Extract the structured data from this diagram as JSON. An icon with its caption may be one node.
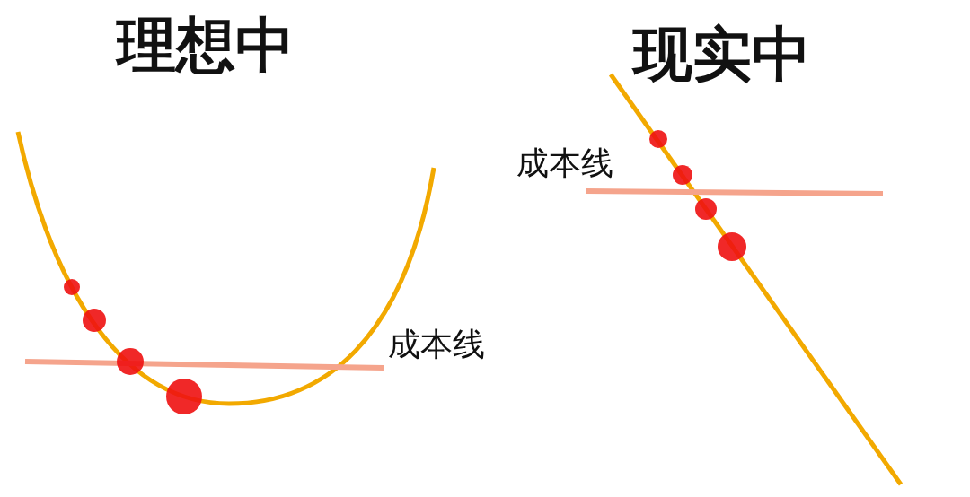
{
  "diagram": {
    "labels": [
      "理想中",
      "现实中",
      "成本线",
      "成本线"
    ]
  }
}
